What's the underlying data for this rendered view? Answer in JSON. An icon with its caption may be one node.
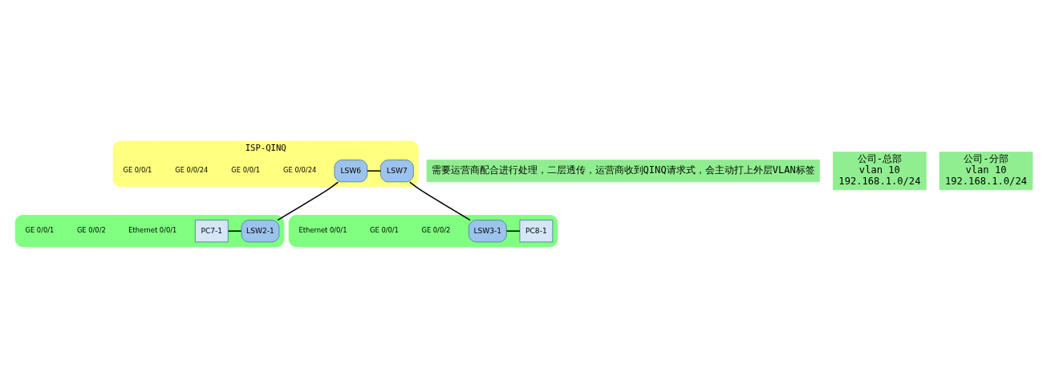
{
  "diagram": {
    "nodes": [
      {
        "text": [
          "ISP-QINQ"
        ]
      },
      {
        "text": [
          "LSW6"
        ],
        "in": 0
      },
      {
        "text": [
          "LSW7"
        ],
        "in": 0
      },
      {
        "text": [],
        "shape": "ellipse"
      },
      {
        "text": [
          "PC7-1"
        ],
        "in": 3
      },
      {
        "text": [
          "LSW2-1"
        ],
        "in": 3
      },
      {
        "text": [],
        "shape": "ellipse"
      },
      {
        "text": [
          "LSW3-1"
        ],
        "in": 6
      },
      {
        "text": [
          "PC8-1"
        ],
        "in": 6
      },
      {
        "text": [
          "需要运营商配合进行处理，二层透传，运营商收到QINQ请求式，会主动打上外层VLAN标签"
        ]
      },
      {
        "text": [
          "公司-总部",
          "vlan 10",
          "192.168.1.0/24"
        ]
      },
      {
        "text": [
          "公司-分部",
          "vlan 10",
          "192.168.1.0/24"
        ]
      }
    ],
    "edges": [
      {
        "from": 1,
        "to": 2,
        "arrow": "none"
      },
      {
        "from": 1,
        "to": 5,
        "arrow": "none"
      },
      {
        "from": 2,
        "to": 7,
        "arrow": "none"
      },
      {
        "from": 4,
        "to": 5,
        "arrow": "none"
      },
      {
        "from": 7,
        "to": 8,
        "arrow": "none"
      }
    ],
    "labels": [
      "GE 0/0/24",
      "GE 0/0/24",
      "GE 0/0/1",
      "GE 0/0/1",
      "GE 0/0/2",
      "GE 0/0/2",
      "Ethernet 0/0/1",
      "GE 0/0/1",
      "GE 0/0/1",
      "Ethernet 0/0/1"
    ]
  }
}
